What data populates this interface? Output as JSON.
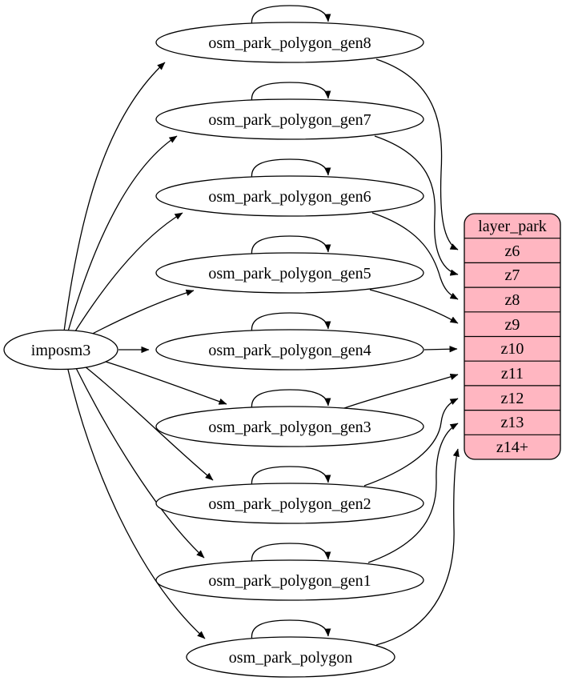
{
  "diagram": {
    "type": "graphviz-digraph",
    "source": {
      "label": "imposm3"
    },
    "tables": [
      {
        "label": "osm_park_polygon_gen8",
        "zoom_row": "z6"
      },
      {
        "label": "osm_park_polygon_gen7",
        "zoom_row": "z7"
      },
      {
        "label": "osm_park_polygon_gen6",
        "zoom_row": "z8"
      },
      {
        "label": "osm_park_polygon_gen5",
        "zoom_row": "z9"
      },
      {
        "label": "osm_park_polygon_gen4",
        "zoom_row": "z10"
      },
      {
        "label": "osm_park_polygon_gen3",
        "zoom_row": "z11"
      },
      {
        "label": "osm_park_polygon_gen2",
        "zoom_row": "z12"
      },
      {
        "label": "osm_park_polygon_gen1",
        "zoom_row": "z13"
      },
      {
        "label": "osm_park_polygon",
        "zoom_row": "z14+"
      }
    ],
    "layer": {
      "title": "layer_park",
      "rows": [
        "z6",
        "z7",
        "z8",
        "z9",
        "z10",
        "z11",
        "z12",
        "z13",
        "z14+"
      ]
    },
    "edges": {
      "from_source_to": [
        "osm_park_polygon_gen8",
        "osm_park_polygon_gen7",
        "osm_park_polygon_gen6",
        "osm_park_polygon_gen5",
        "osm_park_polygon_gen4",
        "osm_park_polygon_gen3",
        "osm_park_polygon_gen2",
        "osm_park_polygon_gen1",
        "osm_park_polygon"
      ],
      "self_loops": [
        "osm_park_polygon_gen8",
        "osm_park_polygon_gen7",
        "osm_park_polygon_gen6",
        "osm_park_polygon_gen5",
        "osm_park_polygon_gen4",
        "osm_park_polygon_gen3",
        "osm_park_polygon_gen2",
        "osm_park_polygon_gen1",
        "osm_park_polygon"
      ]
    },
    "colors": {
      "layer_fill": "#ffb6c1",
      "node_fill": "#ffffff",
      "stroke": "#000000",
      "background": "#ffffff"
    }
  }
}
